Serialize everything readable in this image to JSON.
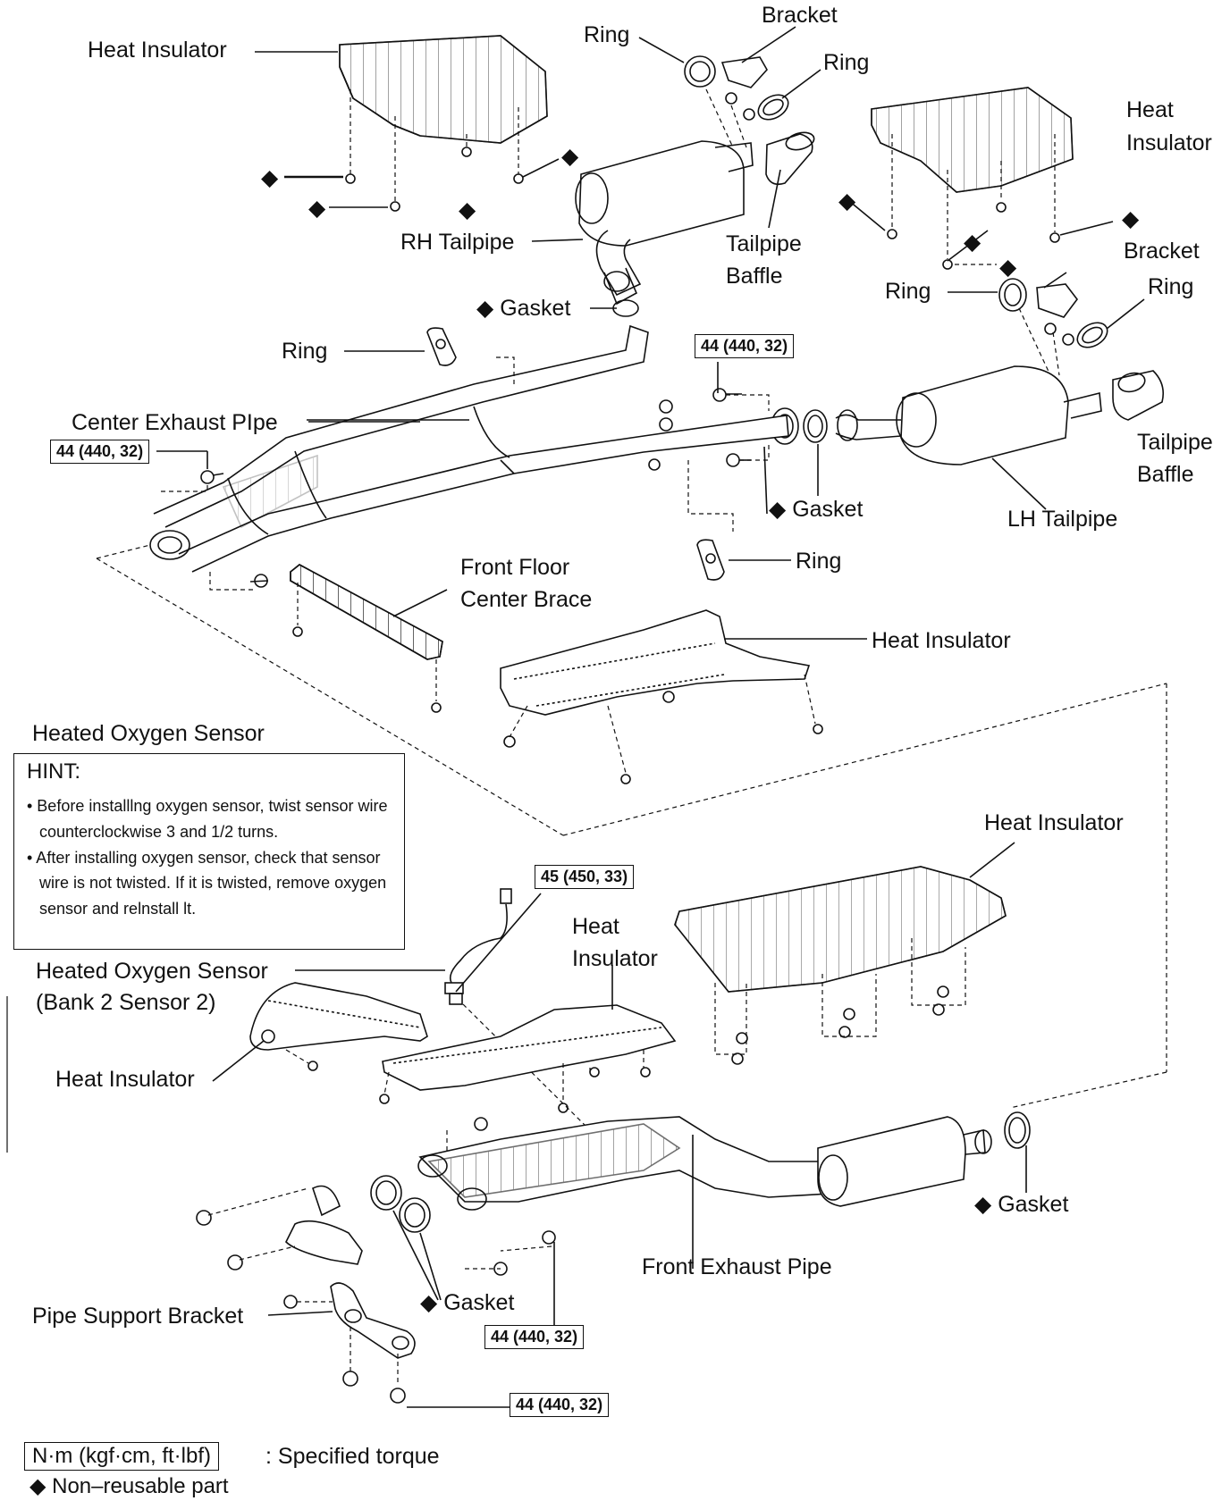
{
  "labels": {
    "heat_insulator_1": "Heat Insulator",
    "ring_1": "Ring",
    "bracket_1": "Bracket",
    "ring_2": "Ring",
    "heat_1": "Heat",
    "insulator_1": "Insulator",
    "rh_tailpipe": "RH Tailpipe",
    "tailpipe_1": "Tailpipe",
    "baffle_1": "Baffle",
    "bracket_2": "Bracket",
    "ring_3": "Ring",
    "ring_4": "Ring",
    "gasket_1": "Gasket",
    "ring_5": "Ring",
    "center_exhaust_pipe": "Center Exhaust PIpe",
    "tailpipe_2": "Tailpipe",
    "baffle_2": "Baffle",
    "gasket_2": "Gasket",
    "lh_tailpipe": "LH Tailpipe",
    "ring_6": "Ring",
    "front_floor": "Front Floor",
    "center_brace": "Center Brace",
    "heat_insulator_2": "Heat Insulator",
    "heated_oxygen_sensor_title": "Heated Oxygen Sensor",
    "heat_insulator_3": "Heat Insulator",
    "heat_2": "Heat",
    "insulator_2": "Insulator",
    "heated_oxygen_sensor_2": "Heated Oxygen Sensor",
    "bank_sensor": "(Bank 2 Sensor 2)",
    "heat_insulator_4": "Heat Insulator",
    "gasket_3": "Gasket",
    "front_exhaust_pipe": "Front Exhaust Pipe",
    "gasket_4": "Gasket",
    "pipe_support_bracket": "Pipe Support Bracket"
  },
  "torque": {
    "t1": "44 (440, 32)",
    "t2": "44 (440, 32)",
    "t3": "45 (450, 33)",
    "t4": "44 (440, 32)",
    "t5": "44 (440, 32)"
  },
  "hint": {
    "title": "HINT:",
    "items": [
      "• Before installlng oxygen sensor, twist sensor wire counterclockwise 3 and 1/2 turns.",
      "• After installing oxygen sensor, check that sensor wire is not twisted. If it is twisted, remove oxygen sensor and relnstall lt."
    ]
  },
  "legend": {
    "unit_box": "N·m (kgf·cm, ft·lbf)",
    "unit_desc": ": Specified torque",
    "nonreusable": "◆ Non–reusable part"
  },
  "marks": {
    "diamond": "◆"
  }
}
